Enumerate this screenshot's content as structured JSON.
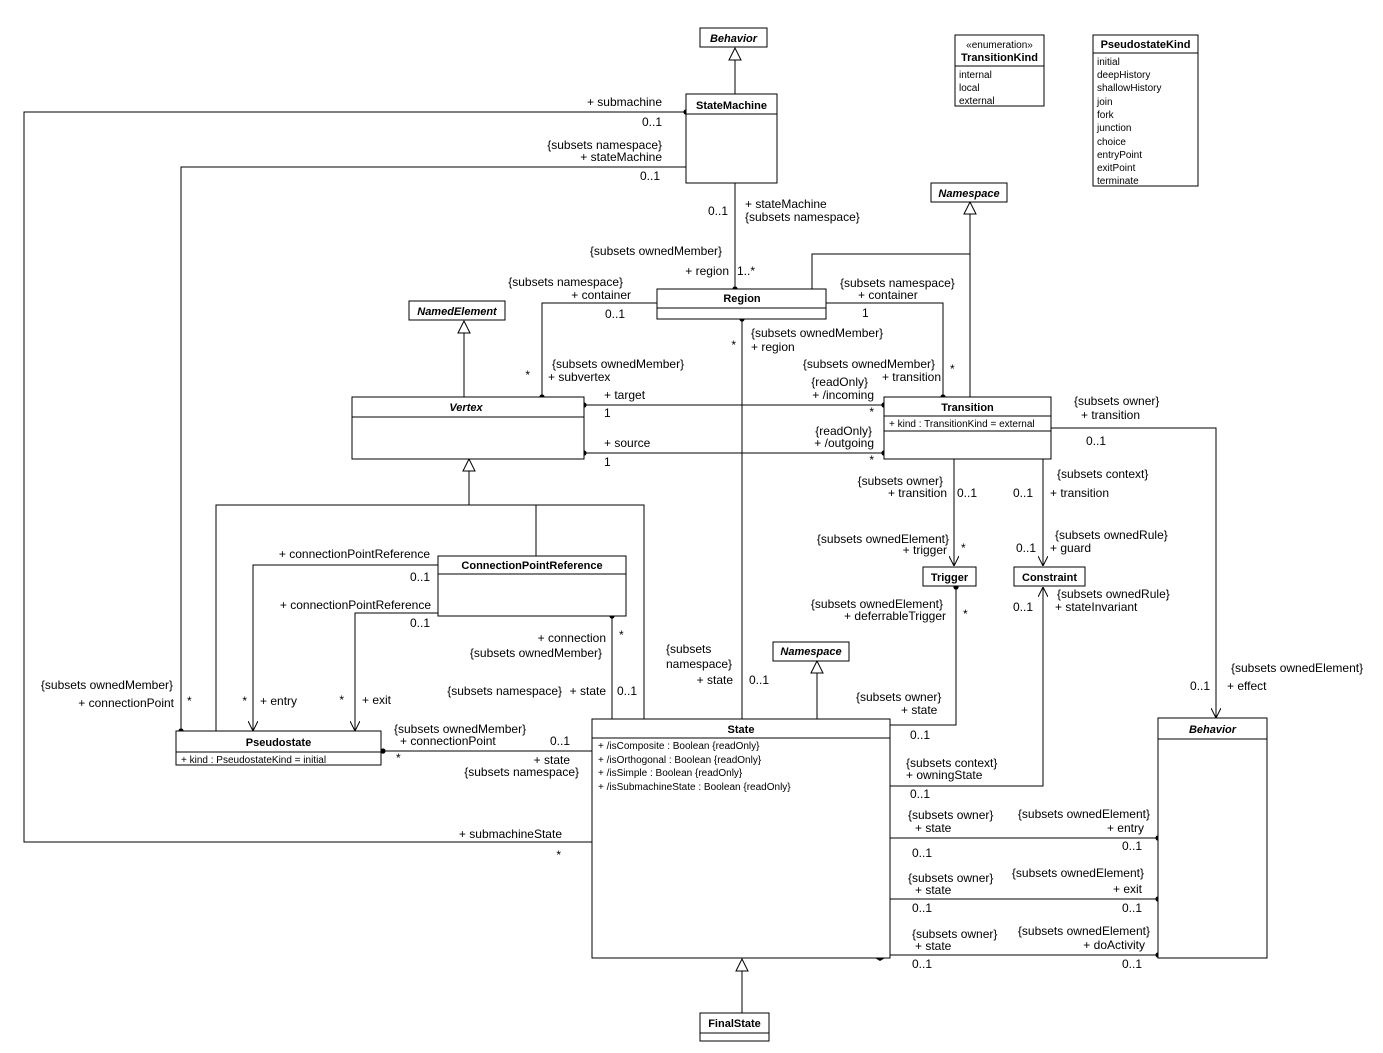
{
  "classes": {
    "behavior_top": {
      "name": "Behavior",
      "abstract": true
    },
    "statemachine": {
      "name": "StateMachine",
      "abstract": false
    },
    "namespace_top": {
      "name": "Namespace",
      "abstract": true
    },
    "region": {
      "name": "Region",
      "abstract": false
    },
    "namedelement": {
      "name": "NamedElement",
      "abstract": true
    },
    "vertex": {
      "name": "Vertex",
      "abstract": true
    },
    "transition": {
      "name": "Transition",
      "abstract": false,
      "attributes": [
        "+ kind : TransitionKind = external"
      ]
    },
    "connectionpointreference": {
      "name": "ConnectionPointReference",
      "abstract": false
    },
    "pseudostate": {
      "name": "Pseudostate",
      "abstract": false,
      "attributes": [
        "+ kind : PseudostateKind = initial"
      ]
    },
    "trigger": {
      "name": "Trigger",
      "abstract": false
    },
    "constraint": {
      "name": "Constraint",
      "abstract": false
    },
    "namespace_mid": {
      "name": "Namespace",
      "abstract": true
    },
    "state": {
      "name": "State",
      "abstract": false,
      "attributes": [
        "+ /isComposite : Boolean {readOnly}",
        "+ /isOrthogonal : Boolean {readOnly}",
        "+ /isSimple : Boolean {readOnly}",
        "+ /isSubmachineState : Boolean {readOnly}"
      ]
    },
    "behavior_right": {
      "name": "Behavior",
      "abstract": true
    },
    "finalstate": {
      "name": "FinalState",
      "abstract": false
    }
  },
  "enums": {
    "transitionkind": {
      "stereotype": "«enumeration»",
      "name": "TransitionKind",
      "literals": [
        "internal",
        "local",
        "external"
      ]
    },
    "pseudostatekind": {
      "name": "PseudostateKind",
      "literals": [
        "initial",
        "deepHistory",
        "shallowHistory",
        "join",
        "fork",
        "junction",
        "choice",
        "entryPoint",
        "exitPoint",
        "terminate"
      ]
    }
  },
  "labels": {
    "submachine": "+ submachine",
    "submachine_mult": "0..1",
    "sm_subsets_ns": "{subsets namespace}",
    "sm_statemachine": "+ stateMachine",
    "sm_mult": "0..1",
    "reg_sm_role": "+ stateMachine",
    "reg_sm_subsets": "{subsets namespace}",
    "reg_sm_mult": "0..1",
    "reg_owned": "{subsets ownedMember}",
    "reg_region": "+ region",
    "reg_region_mult": "1..*",
    "cont_left_subsets": "{subsets namespace}",
    "cont_left_role": "+ container",
    "cont_left_mult": "0..1",
    "cont_right_subsets": "{subsets namespace}",
    "cont_right_role": "+ container",
    "cont_right_mult": "1",
    "st_reg_subsets": "{subsets ownedMember}",
    "st_reg_role": "+ region",
    "st_reg_mult": "*",
    "subvertex_mult": "*",
    "subvertex_subsets": "{subsets ownedMember}",
    "subvertex_role": "+ subvertex",
    "trans_subsets": "{subsets ownedMember}",
    "trans_role": "+ transition",
    "trans_mult": "*",
    "target_role": "+ target",
    "target_mult": "1",
    "incoming_ro": "{readOnly}",
    "incoming_role": "+ /incoming",
    "incoming_mult": "*",
    "source_role": "+ source",
    "source_mult": "1",
    "outgoing_ro": "{readOnly}",
    "outgoing_role": "+ /outgoing",
    "outgoing_mult": "*",
    "effect_owner_subsets": "{subsets owner}",
    "effect_owner_role": "+ transition",
    "effect_owner_mult": "0..1",
    "trig_owner_subsets": "{subsets owner}",
    "trig_owner_role": "+ transition",
    "trig_owner_mult": "0..1",
    "guard_ctx_subsets": "{subsets context}",
    "guard_ctx_role": "+ transition",
    "guard_ctx_mult": "0..1",
    "trigger_subsets": "{subsets ownedElement}",
    "trigger_role": "+ trigger",
    "trigger_mult": "*",
    "guard_subsets": "{subsets ownedRule}",
    "guard_role": "+ guard",
    "guard_mult": "0..1",
    "cpr_role": "+ connectionPointReference",
    "cpr_mult": "0..1",
    "cpr2_role": "+ connectionPointReference",
    "cpr2_mult": "0..1",
    "entry_mult": "*",
    "entry_role": "+ entry",
    "exit_mult": "*",
    "exit_role": "+ exit",
    "conn_role": "+ connection",
    "conn_subsets": "{subsets ownedMember}",
    "conn_mult": "*",
    "conn_ns_subsets": "{subsets namespace}",
    "conn_state_role": "+ state",
    "conn_state_mult": "0..1",
    "defer_subsets": "{subsets ownedElement}",
    "defer_role": "+ deferrableTrigger",
    "defer_mult": "*",
    "inv_subsets": "{subsets ownedRule}",
    "inv_role": "+ stateInvariant",
    "inv_mult": "0..1",
    "stcont_subsets1": "{subsets",
    "stcont_subsets2": "namespace}",
    "stcont_role": "+ state",
    "stcont_mult": "0..1",
    "cp_owned_subsets": "{subsets ownedMember}",
    "cp_owned_role": "+ connectionPoint",
    "cp_owned_mult": "*",
    "cp_st_subsets": "{subsets ownedMember}",
    "cp_st_role": "+ connectionPoint",
    "cp_st_mult": "*",
    "cp_state_role": "+ state",
    "cp_state_subsets": "{subsets namespace}",
    "cp_state_mult": "0..1",
    "effect_subsets": "{subsets ownedElement}",
    "effect_role": "+ effect",
    "effect_mult": "0..1",
    "defer_owner_subsets": "{subsets owner}",
    "defer_owner_role": "+ state",
    "defer_owner_mult": "0..1",
    "inv_ctx_subsets": "{subsets context}",
    "inv_ctx_role": "+ owningState",
    "inv_ctx_mult": "0..1",
    "entry_owner_subsets": "{subsets owner}",
    "entry_owner_role": "+ state",
    "entry_owner_mult": "0..1",
    "entry_el_subsets": "{subsets ownedElement}",
    "entry_el_role": "+ entry",
    "entry_el_mult": "0..1",
    "exit_owner_subsets": "{subsets owner}",
    "exit_owner_role": "+ state",
    "exit_owner_mult": "0..1",
    "exit_el_subsets": "{subsets ownedElement}",
    "exit_el_role": "+ exit",
    "exit_el_mult": "0..1",
    "do_owner_subsets": "{subsets owner}",
    "do_owner_role": "+ state",
    "do_owner_mult": "0..1",
    "do_el_subsets": "{subsets ownedElement}",
    "do_el_role": "+ doActivity",
    "do_el_mult": "0..1",
    "submst_role": "+ submachineState",
    "submst_mult": "*"
  }
}
